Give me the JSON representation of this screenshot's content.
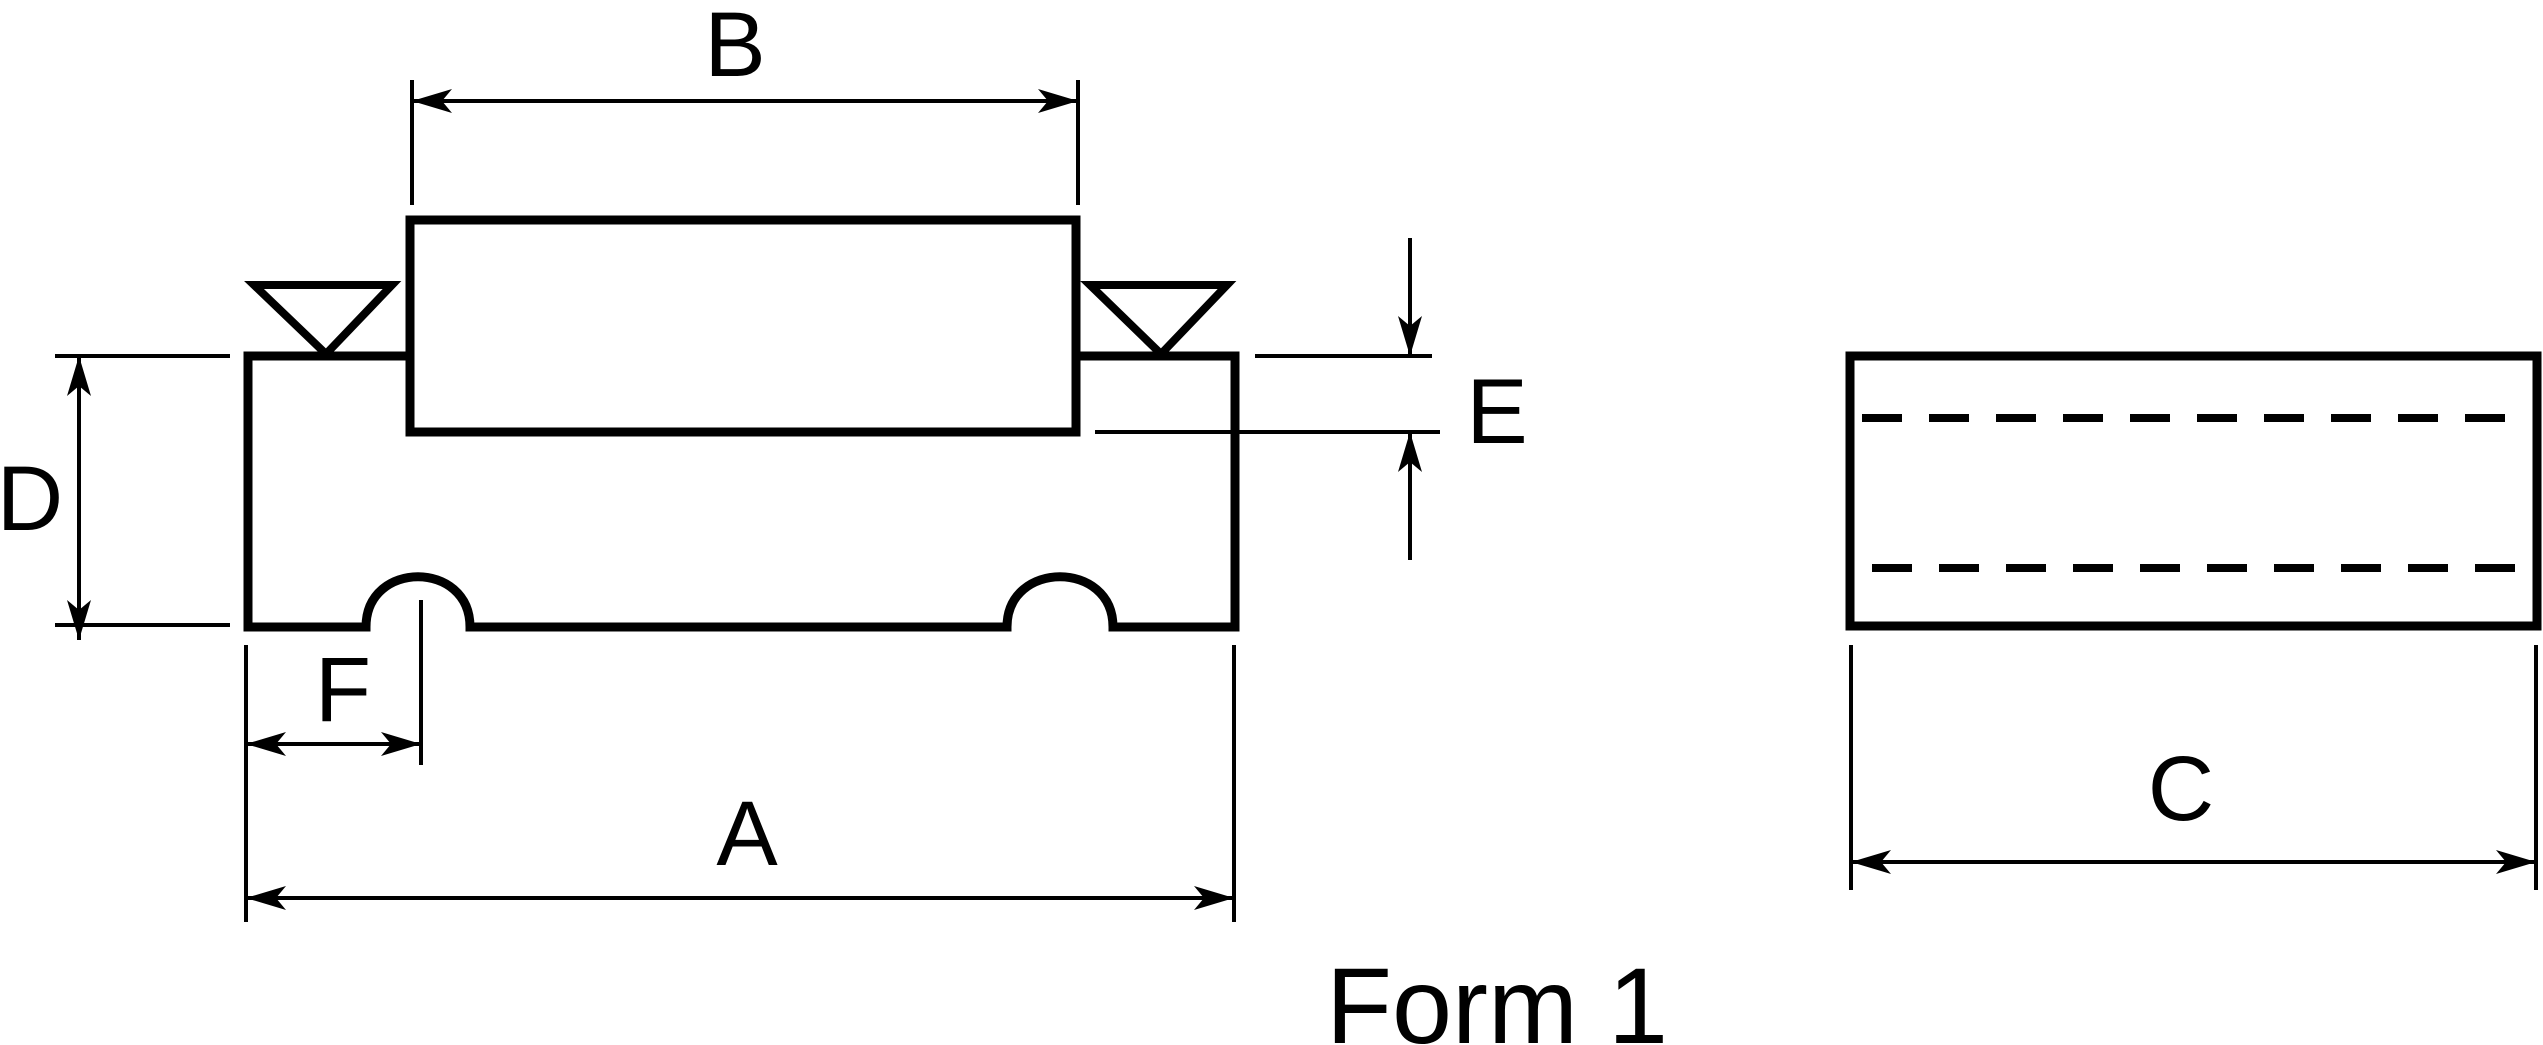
{
  "drawing": {
    "caption": "Form 1",
    "stroke_color": "#000000",
    "background_color": "#ffffff",
    "dimension_labels": {
      "a": "A",
      "b": "B",
      "c": "C",
      "d": "D",
      "e": "E",
      "f": "F"
    }
  }
}
